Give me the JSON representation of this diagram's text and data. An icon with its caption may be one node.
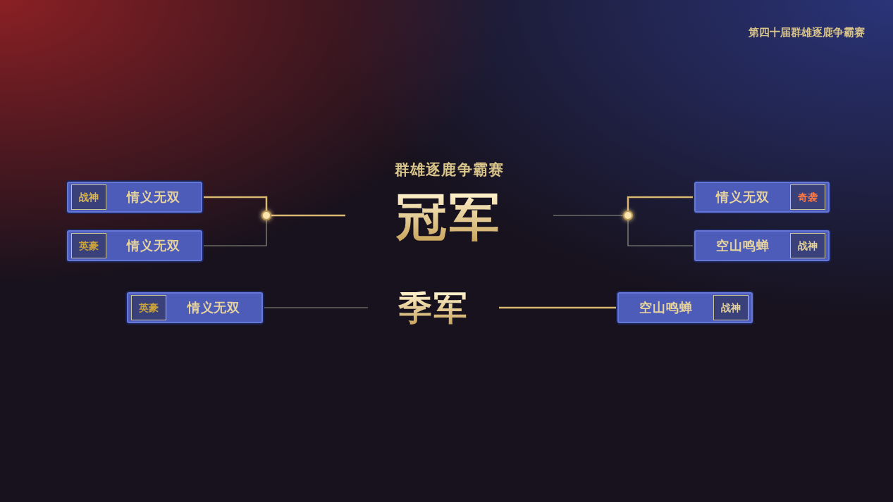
{
  "diagram": {
    "title": "群雄逐鹿争霸赛",
    "nodes": [
      {
        "text": [
          "战神",
          "情义无双"
        ]
      },
      {
        "text": [
          "英豪",
          "情义无双"
        ]
      },
      {
        "text": [],
        "shape": "circle"
      },
      {
        "text": [
          "冠军"
        ]
      },
      {
        "text": [],
        "shape": "circle"
      },
      {
        "text": [
          "情义无双",
          "奇袭"
        ]
      },
      {
        "text": [
          "空山鸣蝉",
          "战神"
        ]
      },
      {
        "text": [
          "英豪",
          "情义无双"
        ]
      },
      {
        "text": [
          "季军"
        ]
      },
      {
        "text": [
          "空山鸣蝉",
          "战神"
        ]
      }
    ],
    "edges": [
      {
        "from": 0,
        "to": 2,
        "arrow": "none",
        "color": "#d9b871"
      },
      {
        "from": 1,
        "to": 2,
        "arrow": "none",
        "color": "#8f9585"
      },
      {
        "from": 2,
        "to": 3,
        "arrow": "none",
        "color": "#d9b871"
      },
      {
        "from": 4,
        "to": 3,
        "arrow": "none",
        "color": "#8f9585"
      },
      {
        "from": 5,
        "to": 4,
        "arrow": "none",
        "color": "#d9b871"
      },
      {
        "from": 6,
        "to": 4,
        "arrow": "none",
        "color": "#8f9585"
      },
      {
        "from": 7,
        "to": 8,
        "arrow": "none",
        "color": "#8f9585"
      },
      {
        "from": 9,
        "to": 8,
        "arrow": "none",
        "color": "#d9b871"
      }
    ],
    "labels": [
      "第四十届群雄逐鹿争霸赛"
    ]
  }
}
